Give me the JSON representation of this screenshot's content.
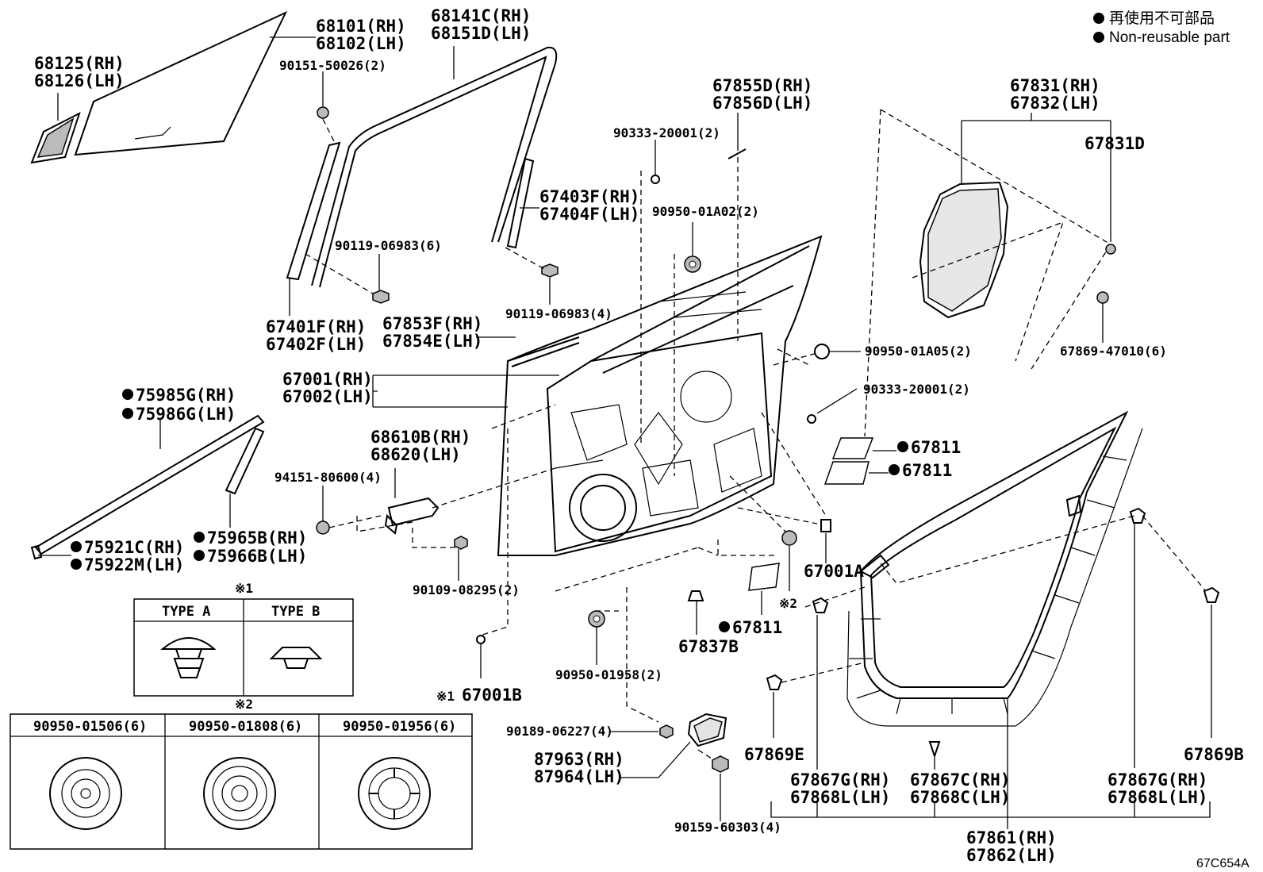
{
  "legend": {
    "line1": "再使用不可部品",
    "line2": "Non-reusable part"
  },
  "diagram_code": "67C654A",
  "parts": {
    "p68125": "68125(RH)",
    "p68126": "68126(LH)",
    "p68101": "68101(RH)",
    "p68102": "68102(LH)",
    "p90151": "90151-50026(2)",
    "p68141": "68141C(RH)",
    "p68151": "68151D(LH)",
    "p67855": "67855D(RH)",
    "p67856": "67856D(LH)",
    "p90333a": "90333-20001(2)",
    "p67831": "67831(RH)",
    "p67832": "67832(LH)",
    "p67831d": "67831D",
    "p67403": "67403F(RH)",
    "p67404": "67404F(LH)",
    "p90950a02": "90950-01A02(2)",
    "p90119a": "90119-06983(6)",
    "p90119b": "90119-06983(4)",
    "p67401": "67401F(RH)",
    "p67402": "67402F(LH)",
    "p67853": "67853F(RH)",
    "p67854": "67854E(LH)",
    "p67869_47010": "67869-47010(6)",
    "p90950a05": "90950-01A05(2)",
    "p67001": "67001(RH)",
    "p67002": "67002(LH)",
    "p90333b": "90333-20001(2)",
    "p75985": "75985G(RH)",
    "p75986": "75986G(LH)",
    "p67811a": "67811",
    "p67811b": "67811",
    "p67811c": "67811",
    "p68610": "68610B(RH)",
    "p68620": "68620(LH)",
    "p94151": "94151-80600(4)",
    "p75921": "75921C(RH)",
    "p75922": "75922M(LH)",
    "p75965": "75965B(RH)",
    "p75966": "75966B(LH)",
    "p67001a": "67001A",
    "p90109": "90109-08295(2)",
    "p67837b": "67837B",
    "p90950_01958": "90950-01958(2)",
    "p67001b": "67001B",
    "p90189": "90189-06227(4)",
    "p87963": "87963(RH)",
    "p87964": "87964(LH)",
    "p90159": "90159-60303(4)",
    "p67869e": "67869E",
    "p67869b": "67869B",
    "p67867g_l": "67867G(RH)",
    "p67868l_l": "67868L(LH)",
    "p67867c": "67867C(RH)",
    "p67868c": "67868C(LH)",
    "p67867g_r": "67867G(RH)",
    "p67868l_r": "67868L(LH)",
    "p67861": "67861(RH)",
    "p67862": "67862(LH)"
  },
  "ref_marks": {
    "m1_table": "※1",
    "m2_table": "※2",
    "m2_label": "※2",
    "m1_label": "※1"
  },
  "table1": {
    "col_a": "TYPE A",
    "col_b": "TYPE B"
  },
  "table2": {
    "col1": "90950-01506(6)",
    "col2": "90950-01808(6)",
    "col3": "90950-01956(6)"
  }
}
